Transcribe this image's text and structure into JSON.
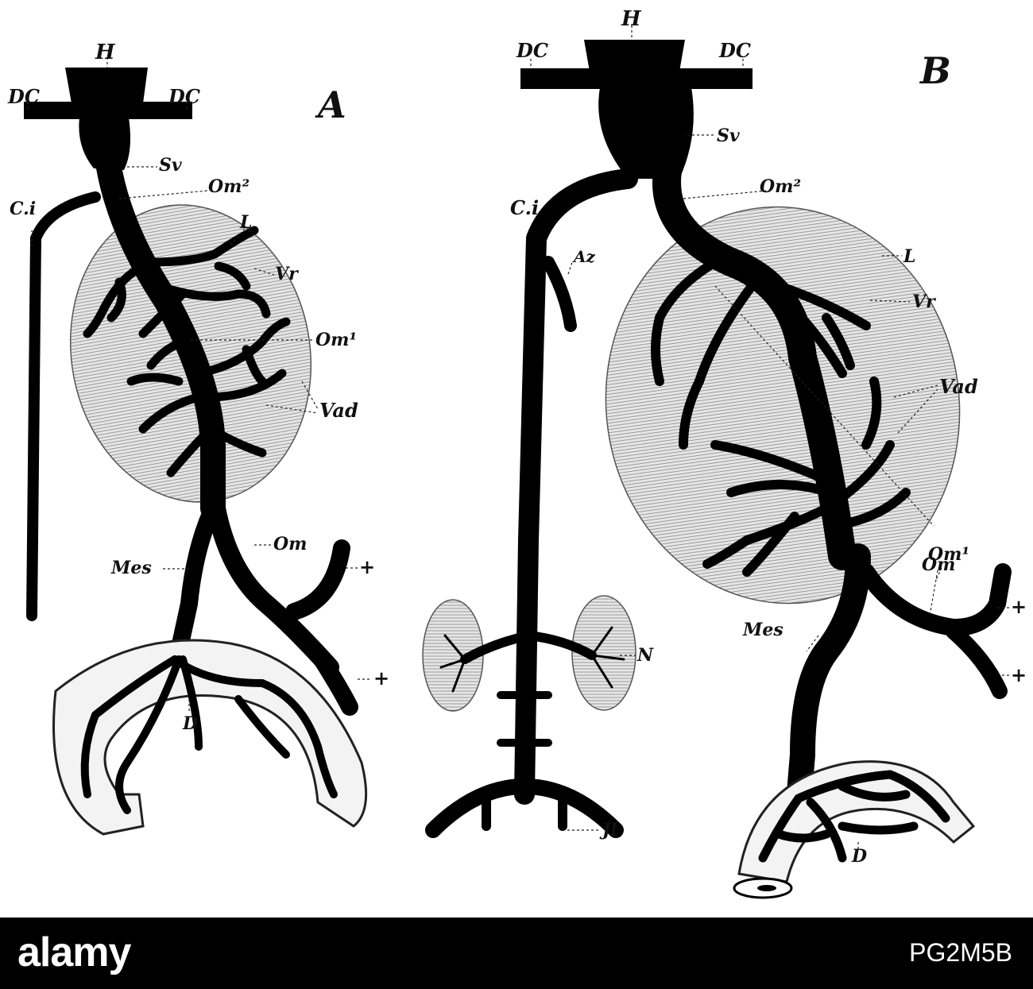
{
  "figure": {
    "panel_labels": {
      "A": "A",
      "B": "B"
    },
    "labels_A": {
      "H": "H",
      "DC_left": "DC",
      "DC_right": "DC",
      "Sv": "Sv",
      "Om2": "Om²",
      "Ci": "C.i",
      "L": "L",
      "Vr": "Vr",
      "Om1": "Om¹",
      "Vad": "Vad",
      "Om": "Om",
      "Mes": "Mes",
      "cross1": "+",
      "cross2": "+",
      "D": "D"
    },
    "labels_center": {
      "Az": "Az",
      "N": "N",
      "Il": "Jl",
      "Ci": "C.i"
    },
    "labels_B": {
      "H": "H",
      "DC_left": "DC",
      "DC_right": "DC",
      "Sv": "Sv",
      "Om2": "Om²",
      "L": "L",
      "Vr": "Vr",
      "Vad": "Vad",
      "Om1": "Om¹",
      "Om": "Om",
      "Mes": "Mes",
      "cross1": "+",
      "cross2": "+",
      "D": "D"
    }
  },
  "watermark": {
    "logo": "alamy",
    "image_code": "PG2M5B"
  },
  "colors": {
    "ink": "#000000",
    "organ_fill": "#d9d9d9",
    "footer_bg": "#000000",
    "footer_text": "#ffffff"
  }
}
